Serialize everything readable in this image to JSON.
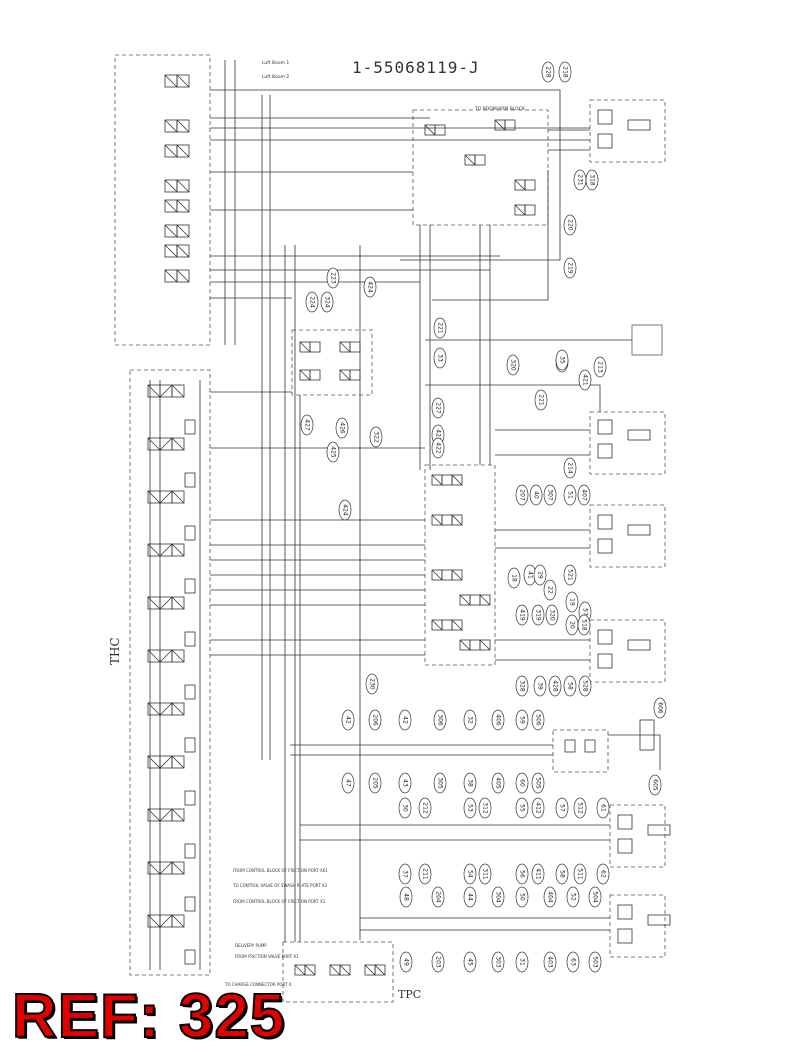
{
  "document": {
    "number": "1-55068119-J",
    "ref_label": "REF: 325",
    "thc_label": "THC",
    "tpc_label": "TPC"
  },
  "balloons": {
    "top": [
      "228",
      "218",
      "231",
      "318",
      "220",
      "219"
    ],
    "mid_left": [
      "223",
      "224",
      "324",
      "424",
      "427",
      "426",
      "425",
      "322"
    ],
    "mid": [
      "221",
      "33",
      "227",
      "423",
      "422",
      "424b",
      "320",
      "321",
      "221b",
      "214",
      "213",
      "421",
      "35"
    ],
    "valve_block": [
      "207",
      "40",
      "307",
      "51",
      "407",
      "41",
      "29",
      "521",
      "22",
      "18",
      "320b",
      "419",
      "319",
      "19",
      "20",
      "57",
      "518",
      "328",
      "39",
      "428",
      "58",
      "528",
      "230"
    ],
    "row1_top": [
      "42",
      "206",
      "42b",
      "306",
      "32",
      "406",
      "59",
      "506"
    ],
    "row1_bot": [
      "47",
      "205",
      "43",
      "305",
      "38",
      "405",
      "60",
      "505",
      "605",
      "606"
    ],
    "row2_top": [
      "30",
      "212",
      "53",
      "312",
      "55",
      "412",
      "57b",
      "512",
      "61"
    ],
    "row2_bot": [
      "37",
      "211",
      "54",
      "311",
      "56",
      "411",
      "58b",
      "511",
      "62"
    ],
    "row3_top": [
      "48",
      "204",
      "44",
      "304",
      "50",
      "404",
      "52",
      "504"
    ],
    "row3_bot": [
      "49",
      "203",
      "45",
      "303",
      "31",
      "403",
      "63",
      "503"
    ]
  },
  "notes": {
    "port_labels": [
      "Luft Boom 1",
      "Luft Boom 2",
      "TO BOOM/ARM BLOCK"
    ],
    "side_texts": [
      "FROM CONTROL BLOCK OF FRICTION PORT X61",
      "TO CONTROL VALVE OF SWASH PLATE PORT X2",
      "FROM CONTROL BLOCK OF FRICTION PORT X1",
      "DELIVERY PUMP",
      "FROM FRICTION VALVE PORT X1",
      "TO CHARGE CONNECTOR PORT X"
    ]
  }
}
